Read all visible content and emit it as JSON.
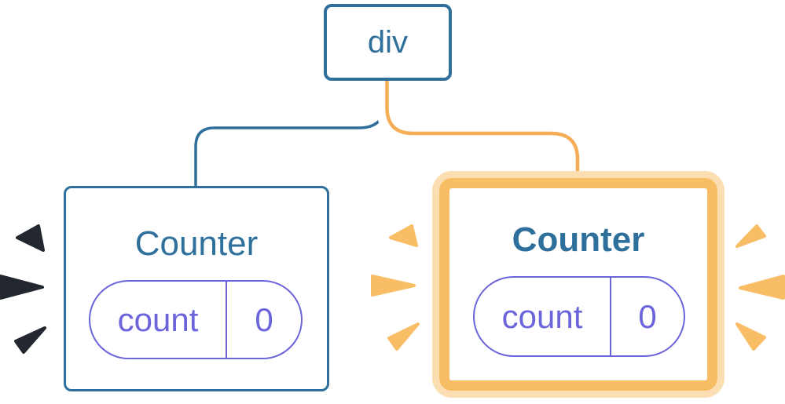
{
  "diagram": {
    "description": "React component tree diagram: a div root with two Counter children; the right Counter is highlighted as re-rendered",
    "root": {
      "label": "div"
    },
    "left_counter": {
      "title": "Counter",
      "state": {
        "key": "count",
        "value": "0"
      },
      "sparks": {
        "icon": "render-burst-icon",
        "color": "#23272F",
        "count": 3,
        "side": "left"
      }
    },
    "right_counter": {
      "title": "Counter",
      "state": {
        "key": "count",
        "value": "0"
      },
      "highlighted": true,
      "sparks": {
        "icon": "render-burst-icon",
        "color": "#F9BD66",
        "count": 6,
        "side": "both"
      }
    },
    "edges": [
      {
        "from": "div",
        "to": "left Counter",
        "color": "#2E6F9C",
        "style": "thin blue line"
      },
      {
        "from": "div",
        "to": "right Counter",
        "color": "#F6AE56",
        "style": "orange line with white casing"
      }
    ]
  },
  "colors": {
    "node_blue": "#2E6F9C",
    "state_purple": "#6B64DB",
    "highlight_orange": "#F9BD66",
    "highlight_orange_light": "#FBDFB2",
    "edge_orange": "#F6AE56",
    "spark_dark": "#23272F",
    "node_background": "#ffffff"
  }
}
